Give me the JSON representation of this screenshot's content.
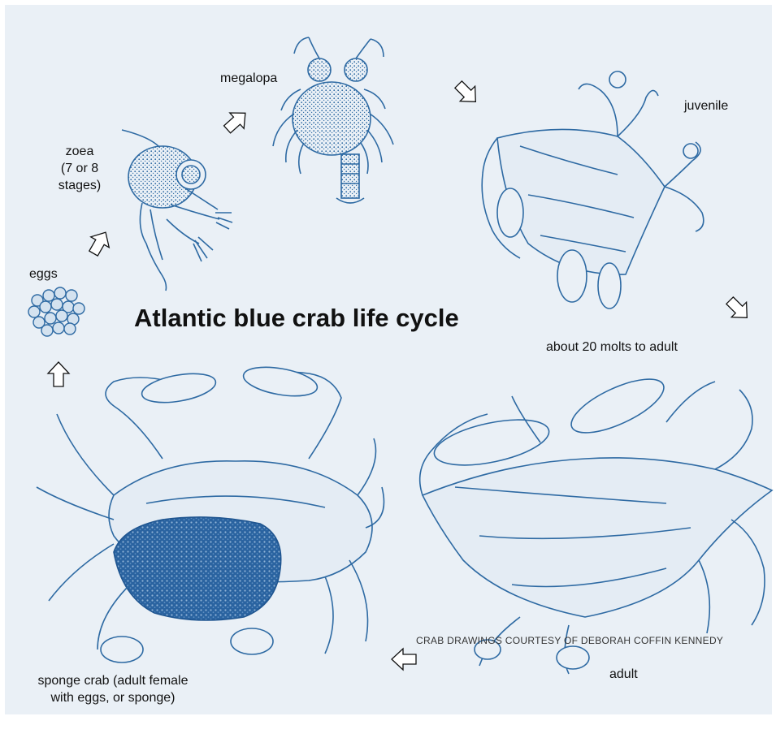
{
  "title": "Atlantic blue crab life cycle",
  "stages": {
    "eggs": "eggs",
    "zoea": [
      "zoea",
      "(7 or 8",
      "stages)"
    ],
    "megalopa": "megalopa",
    "juvenile": "juvenile",
    "molts": "about 20 molts to adult",
    "adult": "adult",
    "sponge": [
      "sponge crab (adult female",
      "with eggs, or sponge)"
    ]
  },
  "credit": "CRAB DRAWINGS COURTESY OF DEBORAH COFFIN KENNEDY",
  "colors": {
    "background": "#eaf0f6",
    "ink": "#2e6aa3",
    "ink_dark": "#1f5590",
    "text": "#111111"
  },
  "icons": {
    "arrow": "hollow-block-arrow",
    "crab": "crab-drawing"
  }
}
